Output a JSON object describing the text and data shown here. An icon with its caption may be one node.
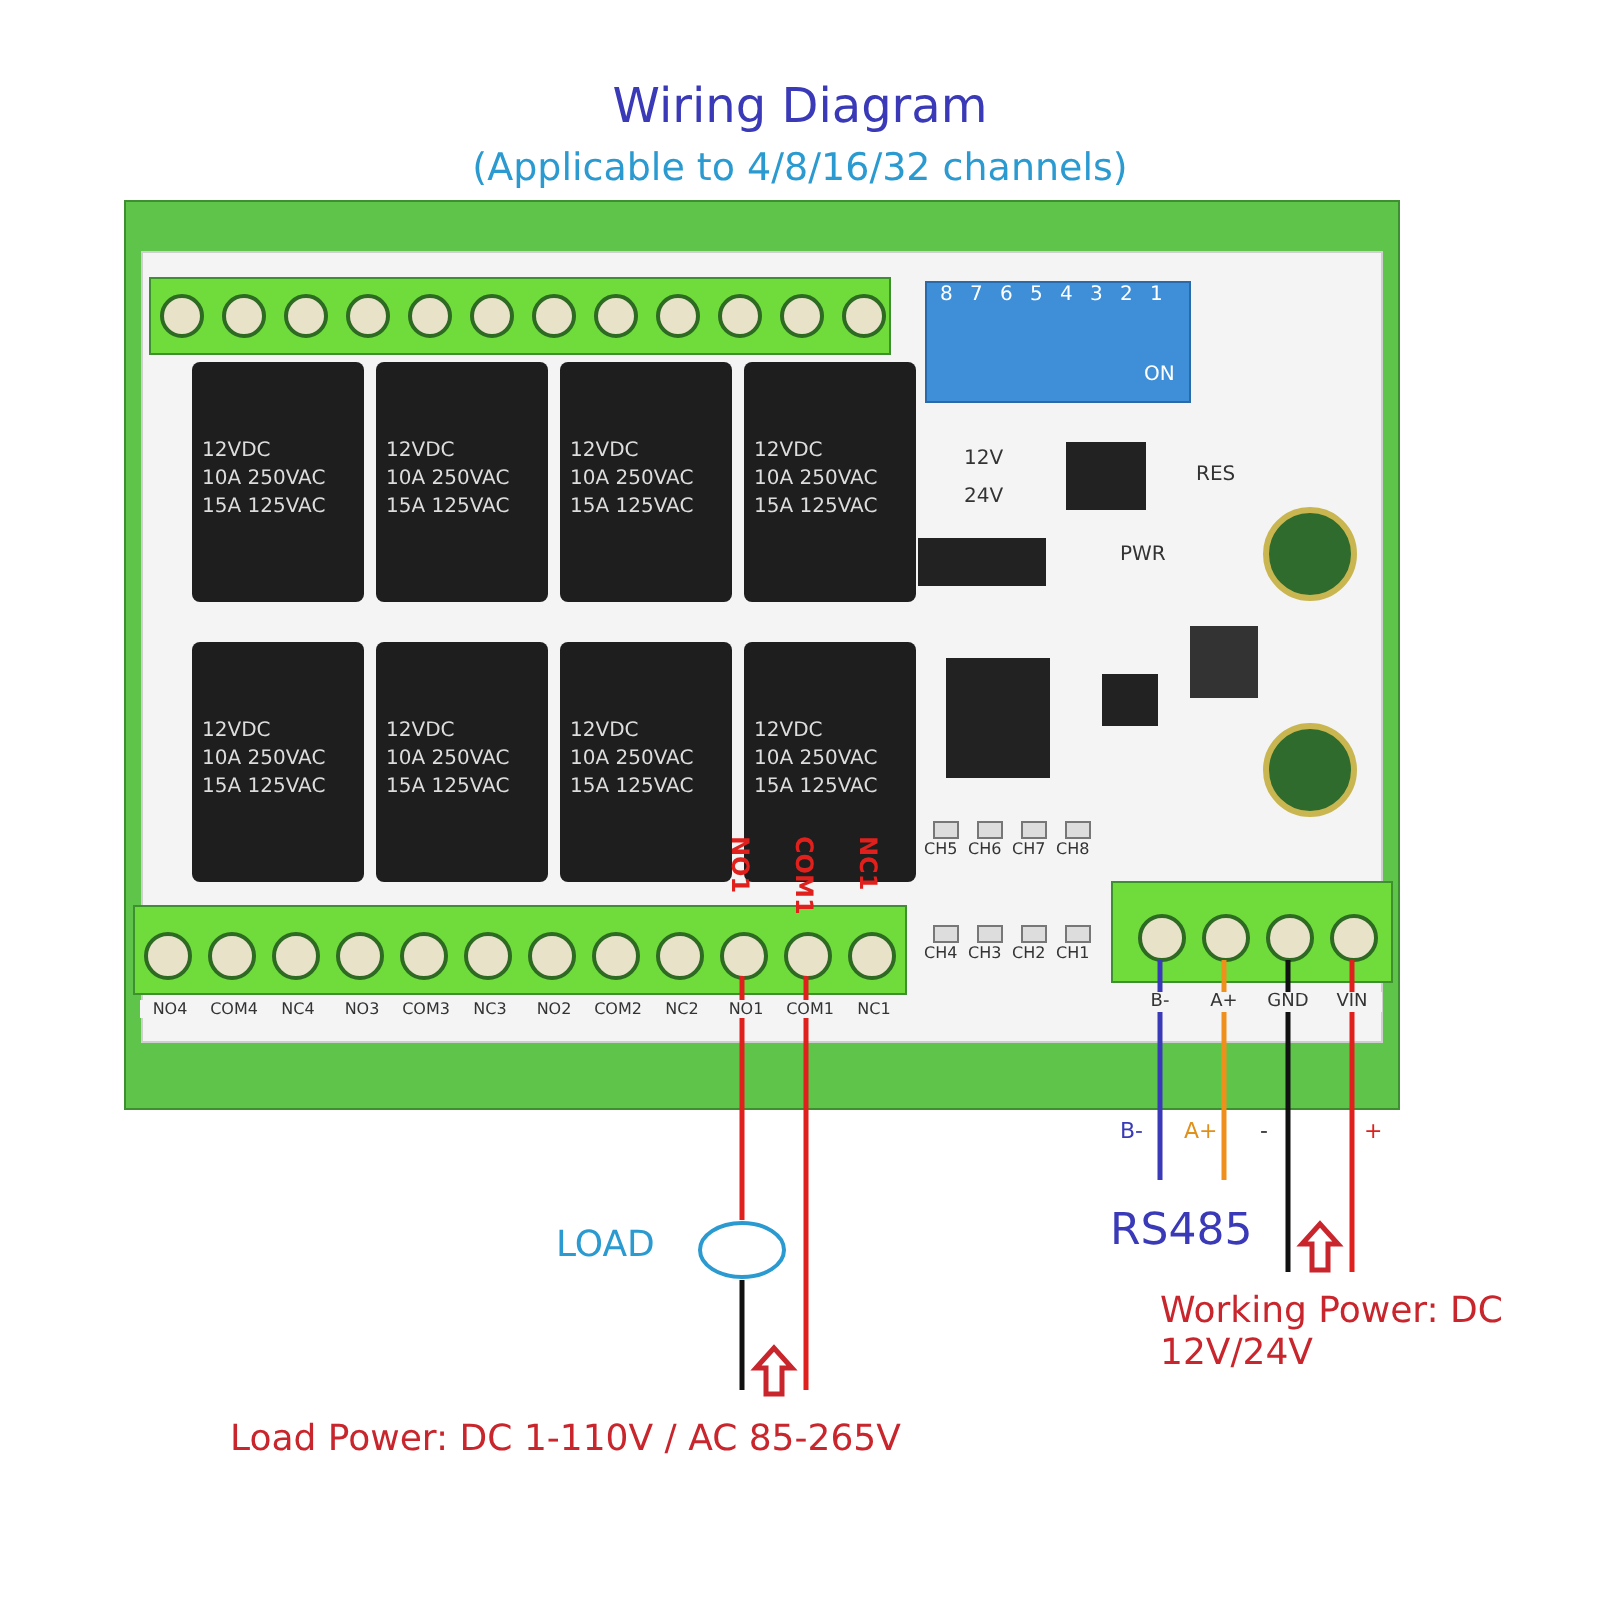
{
  "diagram": {
    "title": "Wiring Diagram",
    "nodes": [
      {
        "text": [],
        "shape": "picture"
      },
      {
        "text": [
          "LOAD"
        ]
      }
    ],
    "edges": [
      {
        "from": 0,
        "to": 1,
        "arrow": "none",
        "color": "#e0201c"
      },
      {
        "from": 1,
        "to": null,
        "arrow": "none",
        "color": "#111111"
      },
      {
        "from": 0,
        "to": null,
        "arrow": "none",
        "color": "#e0201c"
      },
      {
        "from": 0,
        "to": null,
        "arrow": "none",
        "color": "#3a3ab8"
      },
      {
        "from": 0,
        "to": null,
        "arrow": "none",
        "color": "#f0901c"
      },
      {
        "from": 0,
        "to": null,
        "arrow": "none",
        "color": "#111111"
      },
      {
        "from": 0,
        "to": null,
        "arrow": "none",
        "color": "#e0201c"
      }
    ],
    "labels": [
      "(Applicable to 4/8/16/32 channels)",
      "8",
      "7",
      "6",
      "5",
      "4",
      "3",
      "2",
      "1",
      "ON",
      "12V",
      "24V",
      "RES",
      "PWR",
      "12VDC",
      "10A 250VAC",
      "15A 125VAC",
      "12VDC",
      "10A 250VAC",
      "15A 125VAC",
      "12VDC",
      "10A 250VAC",
      "15A 125VAC",
      "12VDC",
      "10A 250VAC",
      "15A 125VAC",
      "12VDC",
      "10A 250VAC",
      "15A 125VAC",
      "12VDC",
      "10A 250VAC",
      "15A 125VAC",
      "12VDC",
      "10A 250VAC",
      "15A 125VAC",
      "12VDC",
      "10A 250VAC",
      "15A 125VAC",
      "NO1",
      "COM1",
      "NC1",
      "CH5",
      "CH6",
      "CH7",
      "CH8",
      "CH4",
      "CH3",
      "CH2",
      "CH1",
      "NO4",
      "COM4",
      "NC4",
      "NO3",
      "COM3",
      "NC3",
      "NO2",
      "COM2",
      "NC2",
      "NO1",
      "COM1",
      "NC1",
      "B-",
      "A+",
      "GND",
      "VIN",
      "B-",
      "A+",
      "-",
      "+",
      "RS485",
      "Working Power: DC 12V/24V",
      "Load Power: DC 1-110V / AC 85-265V"
    ]
  }
}
